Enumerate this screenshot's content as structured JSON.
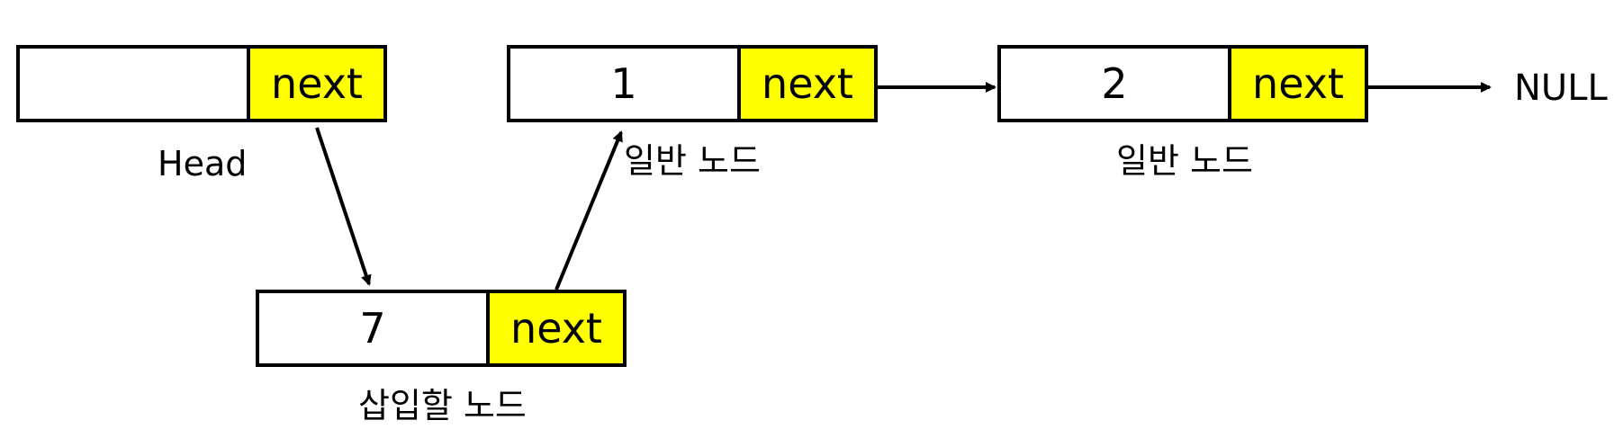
{
  "nodes": {
    "head": {
      "value": "",
      "next": "next",
      "caption": "Head"
    },
    "node1": {
      "value": "1",
      "next": "next",
      "caption": "일반 노드"
    },
    "node2": {
      "value": "2",
      "next": "next",
      "caption": "일반 노드"
    },
    "insert": {
      "value": "7",
      "next": "next",
      "caption": "삽입할 노드"
    }
  },
  "terminal": "NULL",
  "colors": {
    "next_cell": "#ffff00",
    "stroke": "#000000"
  }
}
